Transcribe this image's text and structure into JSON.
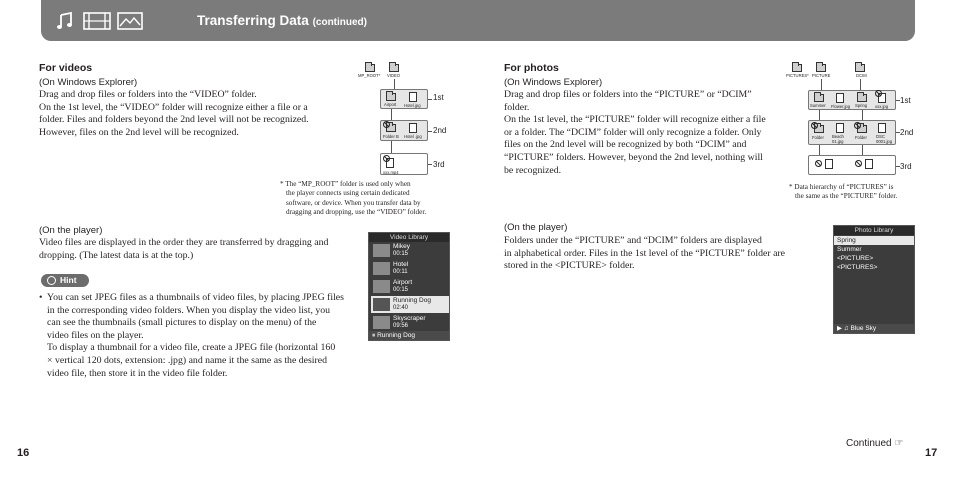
{
  "header": {
    "title": "Transferring Data",
    "title_suffix": "(continued)",
    "icons": [
      "music-icon",
      "video-icon",
      "photo-icon"
    ]
  },
  "left": {
    "heading": "For videos",
    "sub1": "(On Windows Explorer)",
    "para1": [
      "Drag and drop files or folders into the “VIDEO” folder.",
      "On the 1st level, the “VIDEO” folder will recognize either a file or a",
      "folder. Files and folders beyond the 2nd level will not be recognized.",
      "However, files on the 2nd level will be recognized."
    ],
    "diagram": {
      "root_labels": [
        "MP_ROOT*",
        "VIDEO"
      ],
      "level1": [
        "Airport",
        "Hotel.jpg"
      ],
      "level2": [
        "Folder B",
        "Hotel .jpg"
      ],
      "level3": [
        "xxx.mp4"
      ],
      "levels": [
        "1st",
        "2nd",
        "3rd"
      ]
    },
    "note": [
      "* The “MP_ROOT” folder is used only when",
      "the player connects using certain dedicated",
      "software, or device. When you transfer data by",
      "dragging and dropping, use the “VIDEO” folder."
    ],
    "sub2": "(On the player)",
    "para2": [
      "Video files are displayed in the order they are transferred by dragging and",
      "dropping. (The latest data is at the top.)"
    ],
    "hint_label": "Hint",
    "hint_para1": [
      "You can set JPEG files as a thumbnails of video files, by placing JPEG files",
      "in the corresponding video folders. When you display the video list, you",
      "can see the thumbnails (small pictures to display on the menu) of the",
      "video files on the player."
    ],
    "hint_para2": [
      "To display a thumbnail for a video file, create a JPEG file (horizontal 160",
      "× vertical 120 dots, extension: .jpg) and name it the same as the desired",
      "video file, then store it in the video file folder."
    ],
    "screen": {
      "title": "Video Library",
      "items": [
        {
          "name": "Mikey",
          "time": "00:15"
        },
        {
          "name": "Hotel",
          "time": "00:11"
        },
        {
          "name": "Airport",
          "time": "00:15"
        },
        {
          "name": "Running Dog",
          "time": "02:40"
        },
        {
          "name": "Skyscraper",
          "time": "09:56"
        }
      ],
      "footer": "Running Dog"
    },
    "page_number": "16"
  },
  "right": {
    "heading": "For photos",
    "sub1": "(On Windows Explorer)",
    "para1": [
      "Drag and drop files or folders into the “PICTURE” or “DCIM”",
      "folder.",
      "On the 1st level, the “PICTURE” folder will recognize either a file",
      "or a folder. The “DCIM” folder will only recognize a folder. Only",
      "files on the 2nd level will be recognized by both “DCIM” and",
      "“PICTURE” folders. However, beyond the 2nd level, nothing will",
      "be recognized."
    ],
    "diagram": {
      "root_labels": [
        "PICTURES*",
        "PICTURE",
        "DCIM"
      ],
      "level1": [
        "Summer",
        "Flower.jpg",
        "Spring",
        "xxx.jpg"
      ],
      "level2": [
        "Folder",
        "Beach 01.jpg",
        "Folder",
        "DSC 0001.jpg"
      ],
      "levels": [
        "1st",
        "2nd",
        "3rd"
      ]
    },
    "note": [
      "* Data hierarchy of “PICTURES” is",
      "the same as the “PICTURE” folder."
    ],
    "sub2": "(On the player)",
    "para2": [
      "Folders under the “PICTURE” and “DCIM” folders are displayed",
      "in alphabetical order. Files in the 1st level of the “PICTURE” folder are",
      "stored in the <PICTURE> folder."
    ],
    "screen": {
      "title": "Photo Library",
      "items": [
        "Spring",
        "Summer",
        "<PICTURE>",
        "<PICTURES>"
      ],
      "footer": "Blue Sky"
    },
    "continued": "Continued",
    "page_number": "17"
  }
}
